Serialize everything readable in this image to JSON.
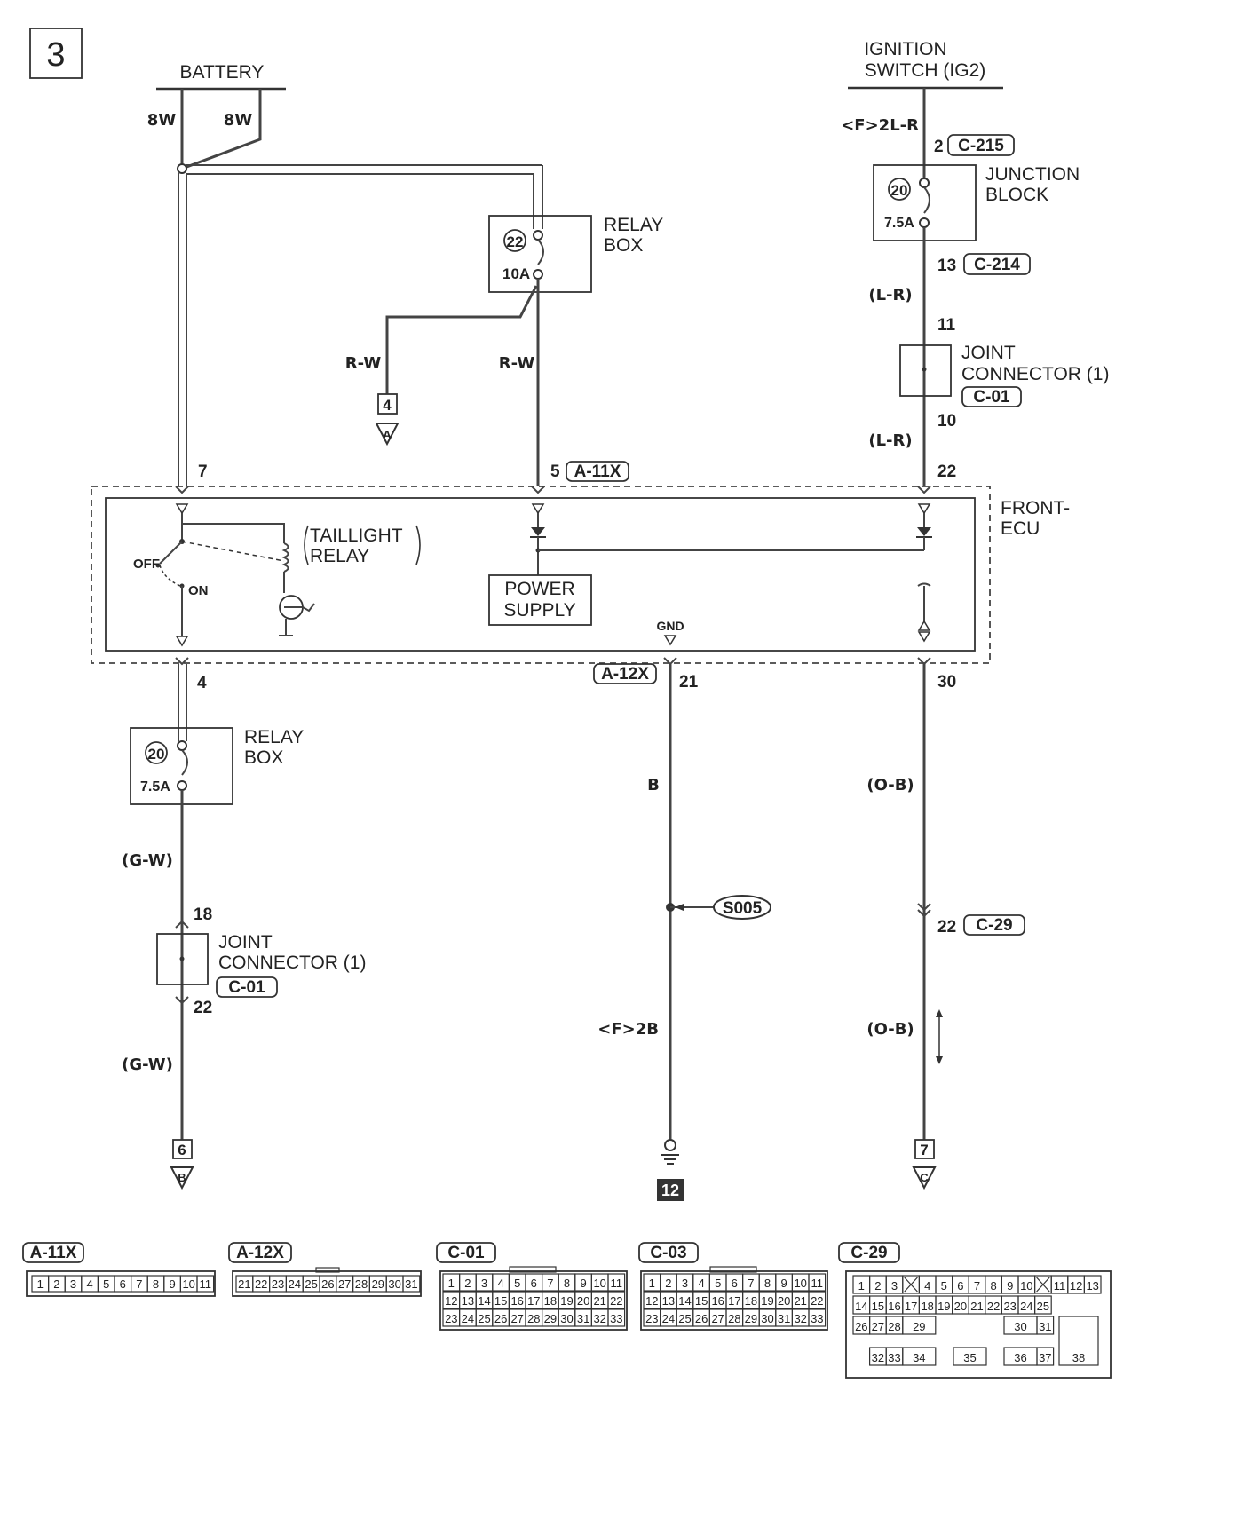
{
  "page_number": "3",
  "sources": {
    "battery": "BATTERY",
    "ignition_line1": "IGNITION",
    "ignition_line2": "SWITCH (IG2)"
  },
  "relay_box_top": {
    "line1": "RELAY",
    "line2": "BOX",
    "fuse_no": "22",
    "rating": "10A"
  },
  "junction_block": {
    "line1": "JUNCTION",
    "line2": "BLOCK",
    "fuse_no": "20",
    "rating": "7.5A"
  },
  "joint_connector_right": {
    "line1": "JOINT",
    "line2": "CONNECTOR (1)",
    "conn": "C-01",
    "pin_in": "11",
    "pin_out": "10"
  },
  "front_ecu": {
    "line1": "FRONT-",
    "line2": "ECU",
    "taillight_line1": "TAILLIGHT",
    "taillight_line2": "RELAY",
    "off": "OFF",
    "on": "ON",
    "power_line1": "POWER",
    "power_line2": "SUPPLY",
    "gnd": "GND"
  },
  "relay_box_bottom": {
    "line1": "RELAY",
    "line2": "BOX",
    "fuse_no": "20",
    "rating": "7.5A"
  },
  "joint_connector_left": {
    "line1": "JOINT",
    "line2": "CONNECTOR (1)",
    "conn": "C-01",
    "pin_in": "18",
    "pin_out": "22"
  },
  "wires": {
    "bat_a": "8W",
    "bat_b": "8W",
    "rw_left": "R-W",
    "rw_right": "R-W",
    "ig_f": "<F>2L-R",
    "ig_pin": "2",
    "ig_conn": "C-215",
    "jb_out_pin": "13",
    "jb_out_conn": "C-214",
    "lr1": "(L-R)",
    "lr2": "(L-R)",
    "ecu_pin7": "7",
    "ecu_pin5": "5",
    "ecu_conn_a11": "A-11X",
    "ecu_pin22": "22",
    "ecu_pin4": "4",
    "ecu_conn_a12": "A-12X",
    "ecu_pin21": "21",
    "ecu_pin30": "30",
    "gw1": "(G-W)",
    "gw2": "(G-W)",
    "b": "B",
    "ob1": "(O-B)",
    "ob2": "(O-B)",
    "c29_pin": "22",
    "c29_conn": "C-29",
    "splice": "S005",
    "f2b": "<F>2B"
  },
  "offpage": {
    "a_num": "4",
    "a_letter": "A",
    "b_num": "6",
    "b_letter": "B",
    "ground_num": "12",
    "c_num": "7",
    "c_letter": "C"
  },
  "connectors": {
    "a11x": {
      "label": "A-11X",
      "pins": [
        "1",
        "2",
        "3",
        "4",
        "5",
        "6",
        "7",
        "8",
        "9",
        "10",
        "11"
      ]
    },
    "a12x": {
      "label": "A-12X",
      "pins": [
        "21",
        "22",
        "23",
        "24",
        "25",
        "26",
        "27",
        "28",
        "29",
        "30",
        "31"
      ]
    },
    "c01": {
      "label": "C-01",
      "row1": [
        "1",
        "2",
        "3",
        "4",
        "5",
        "6",
        "7",
        "8",
        "9",
        "10",
        "11"
      ],
      "row2": [
        "12",
        "13",
        "14",
        "15",
        "16",
        "17",
        "18",
        "19",
        "20",
        "21",
        "22"
      ],
      "row3": [
        "23",
        "24",
        "25",
        "26",
        "27",
        "28",
        "29",
        "30",
        "31",
        "32",
        "33"
      ]
    },
    "c03": {
      "label": "C-03",
      "row1": [
        "1",
        "2",
        "3",
        "4",
        "5",
        "6",
        "7",
        "8",
        "9",
        "10",
        "11"
      ],
      "row2": [
        "12",
        "13",
        "14",
        "15",
        "16",
        "17",
        "18",
        "19",
        "20",
        "21",
        "22"
      ],
      "row3": [
        "23",
        "24",
        "25",
        "26",
        "27",
        "28",
        "29",
        "30",
        "31",
        "32",
        "33"
      ]
    },
    "c29": {
      "label": "C-29",
      "row1": [
        "1",
        "2",
        "3",
        "",
        "4",
        "5",
        "6",
        "7",
        "8",
        "9",
        "10",
        "",
        "11",
        "12",
        "13"
      ],
      "row2": [
        "14",
        "15",
        "16",
        "17",
        "18",
        "19",
        "20",
        "21",
        "22",
        "23",
        "24",
        "25"
      ],
      "row3": [
        "26",
        "27",
        "28",
        "29",
        "30",
        "31"
      ],
      "row4": [
        "32",
        "33",
        "34",
        "35",
        "36",
        "37"
      ],
      "big": "38"
    }
  }
}
